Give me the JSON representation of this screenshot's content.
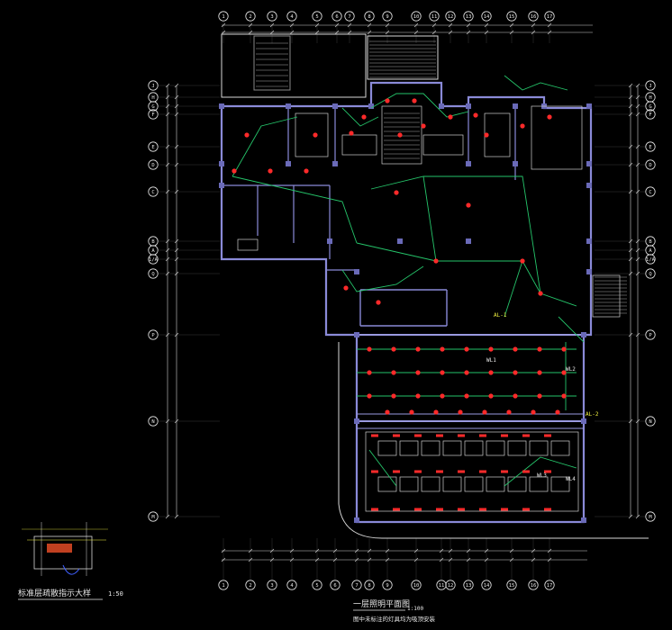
{
  "drawing": {
    "title": "一层照明平面图",
    "scale": "1:100",
    "note": "图中未标注的灯具均为吸顶安装"
  },
  "detail": {
    "title": "标准层疏散指示大样",
    "scale": "1:50"
  },
  "axes": {
    "top": [
      "1",
      "2",
      "3",
      "4",
      "5",
      "6",
      "7",
      "8",
      "9",
      "10",
      "11",
      "12",
      "13",
      "14",
      "15",
      "16",
      "17"
    ],
    "bottom": [
      "1",
      "2",
      "3",
      "4",
      "5",
      "6",
      "7",
      "8",
      "9",
      "10",
      "11",
      "12",
      "13",
      "14",
      "15",
      "16",
      "17"
    ],
    "left": [
      "J",
      "H",
      "G",
      "F",
      "E",
      "D",
      "C",
      "B",
      "A",
      "1/A",
      "Q",
      "P",
      "N",
      "M"
    ],
    "right": [
      "J",
      "H",
      "G",
      "F",
      "E",
      "D",
      "C",
      "B",
      "A",
      "1/A",
      "Q",
      "P",
      "N",
      "M"
    ]
  },
  "circuits": [
    "WL1",
    "WL2",
    "WL3",
    "WL4",
    "AL-1",
    "AL-2"
  ],
  "colors": {
    "background": "#000000",
    "wall": "#8a8ad8",
    "wiring": "#25c46a",
    "light": "#ff2a2a",
    "text": "#e8e8e8",
    "label": "#f0f040"
  }
}
